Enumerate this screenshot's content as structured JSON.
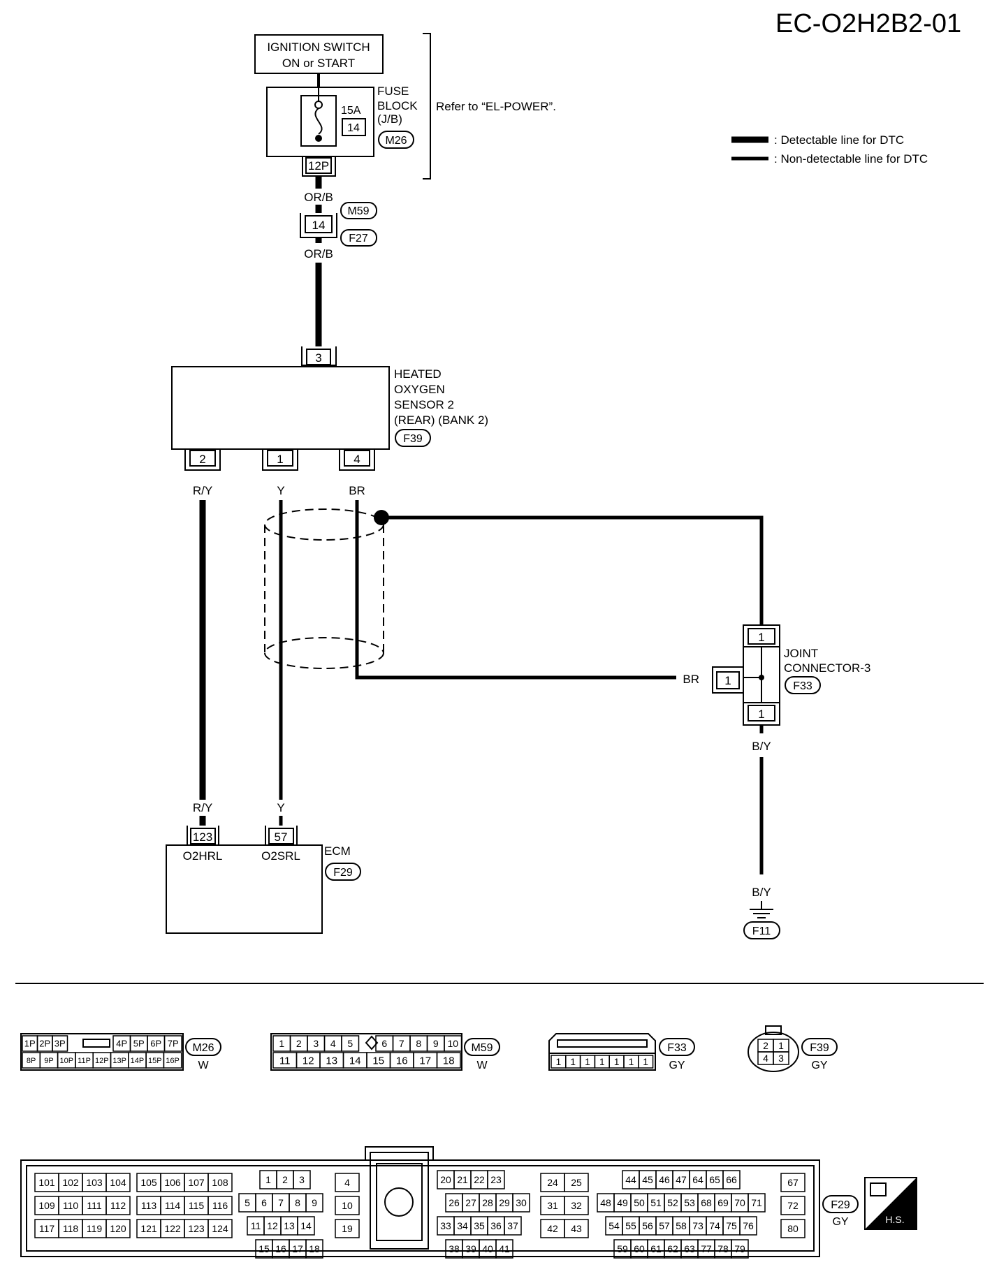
{
  "diagram_id": "EC-O2H2B2-01",
  "legend": {
    "detectable": ": Detectable line for DTC",
    "non_detectable": ": Non-detectable line for DTC"
  },
  "ignition": {
    "line1": "IGNITION SWITCH",
    "line2": "ON or START"
  },
  "fuse": {
    "amp": "15A",
    "number": "14",
    "label1": "FUSE",
    "label2": "BLOCK",
    "label3": "(J/B)",
    "connector": "M26",
    "terminal": "12P",
    "refer": "Refer to “EL-POWER”."
  },
  "wires": {
    "or_b": "OR/B",
    "r_y": "R/Y",
    "y": "Y",
    "br": "BR",
    "b_y": "B/Y"
  },
  "junction": {
    "pin": "14",
    "conn_top": "M59",
    "conn_bottom": "F27"
  },
  "sensor": {
    "line1": "HEATED",
    "line2": "OXYGEN",
    "line3": "SENSOR 2",
    "line4": "(REAR) (BANK 2)",
    "connector": "F39",
    "pin_top": "3",
    "pin_a": "2",
    "pin_b": "1",
    "pin_c": "4"
  },
  "joint": {
    "line1": "JOINT",
    "line2": "CONNECTOR-3",
    "connector": "F33",
    "pin": "1"
  },
  "ecm": {
    "label": "ECM",
    "connector": "F29",
    "pin1": "123",
    "pin2": "57",
    "term1": "O2HRL",
    "term2": "O2SRL"
  },
  "ground": {
    "connector": "F11"
  },
  "connector_views": {
    "m26": {
      "name": "M26",
      "color": "W",
      "row1": [
        "1P",
        "2P",
        "3P",
        "",
        "4P",
        "5P",
        "6P",
        "7P"
      ],
      "row2": [
        "8P",
        "9P",
        "10P",
        "11P",
        "12P",
        "13P",
        "14P",
        "15P",
        "16P"
      ]
    },
    "m59": {
      "name": "M59",
      "color": "W",
      "row1": [
        "1",
        "2",
        "3",
        "4",
        "5",
        "",
        "6",
        "7",
        "8",
        "9",
        "10"
      ],
      "row2": [
        "11",
        "12",
        "13",
        "14",
        "15",
        "16",
        "17",
        "18"
      ]
    },
    "f33": {
      "name": "F33",
      "color": "GY",
      "pins": [
        "1",
        "1",
        "1",
        "1",
        "1",
        "1",
        "1"
      ]
    },
    "f39": {
      "name": "F39",
      "color": "GY",
      "pins": [
        "2",
        "1",
        "4",
        "3"
      ]
    },
    "f29": {
      "name": "F29",
      "color": "GY",
      "hs": "H.S.",
      "g1": [
        [
          "101",
          "102",
          "103",
          "104"
        ],
        [
          "109",
          "110",
          "111",
          "112"
        ],
        [
          "117",
          "118",
          "119",
          "120"
        ]
      ],
      "g2": [
        [
          "105",
          "106",
          "107",
          "108"
        ],
        [
          "113",
          "114",
          "115",
          "116"
        ],
        [
          "121",
          "122",
          "123",
          "124"
        ]
      ],
      "g3": [
        [
          "1",
          "2",
          "3"
        ],
        [
          "5",
          "6",
          "7",
          "8",
          "9"
        ],
        [
          "11",
          "12",
          "13",
          "14"
        ],
        [
          "15",
          "16",
          "17",
          "18"
        ]
      ],
      "g4": [
        [
          "4"
        ],
        [
          "10"
        ],
        [
          "19"
        ]
      ],
      "g5": [
        [
          "20",
          "21",
          "22",
          "23"
        ],
        [
          "26",
          "27",
          "28",
          "29",
          "30"
        ],
        [
          "33",
          "34",
          "35",
          "36",
          "37"
        ],
        [
          "38",
          "39",
          "40",
          "41"
        ]
      ],
      "g6": [
        [
          "24",
          "25"
        ],
        [
          "31",
          "32"
        ],
        [
          "42",
          "43"
        ]
      ],
      "g7": [
        [
          "44",
          "45",
          "46",
          "47",
          "64",
          "65",
          "66"
        ],
        [
          "48",
          "49",
          "50",
          "51",
          "52",
          "53",
          "68",
          "69",
          "70",
          "71"
        ],
        [
          "54",
          "55",
          "56",
          "57",
          "58",
          "73",
          "74",
          "75",
          "76"
        ],
        [
          "59",
          "60",
          "61",
          "62",
          "63",
          "77",
          "78",
          "79"
        ]
      ],
      "g8": [
        [
          "67"
        ],
        [
          "72"
        ],
        [
          "80"
        ]
      ]
    }
  }
}
